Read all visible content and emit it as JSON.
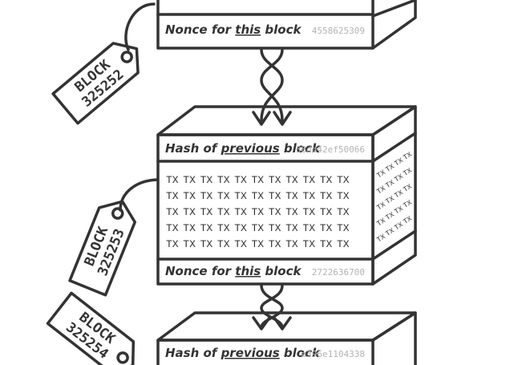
{
  "blocks": [
    {
      "tag": "BLOCK 325252",
      "nonce_label_pre": "Nonce for ",
      "nonce_label_em": "this",
      "nonce_label_post": " block",
      "nonce_value": "4558625309"
    },
    {
      "tag": "BLOCK 325253",
      "hash_label_pre": "Hash of ",
      "hash_label_em": "previous",
      "hash_label_post": " block",
      "hash_value": "38dd42ef50066",
      "tx_token": "TX",
      "nonce_label_pre": "Nonce for ",
      "nonce_label_em": "this",
      "nonce_label_post": " block",
      "nonce_value": "2722636700"
    },
    {
      "tag": "BLOCK 325254",
      "hash_label_pre": "Hash of ",
      "hash_label_em": "previous",
      "hash_label_post": " block",
      "hash_value": "a396e1104338"
    }
  ],
  "colors": {
    "ink": "#333333",
    "faded": "#b3b3b3",
    "background": "#ffffff"
  }
}
